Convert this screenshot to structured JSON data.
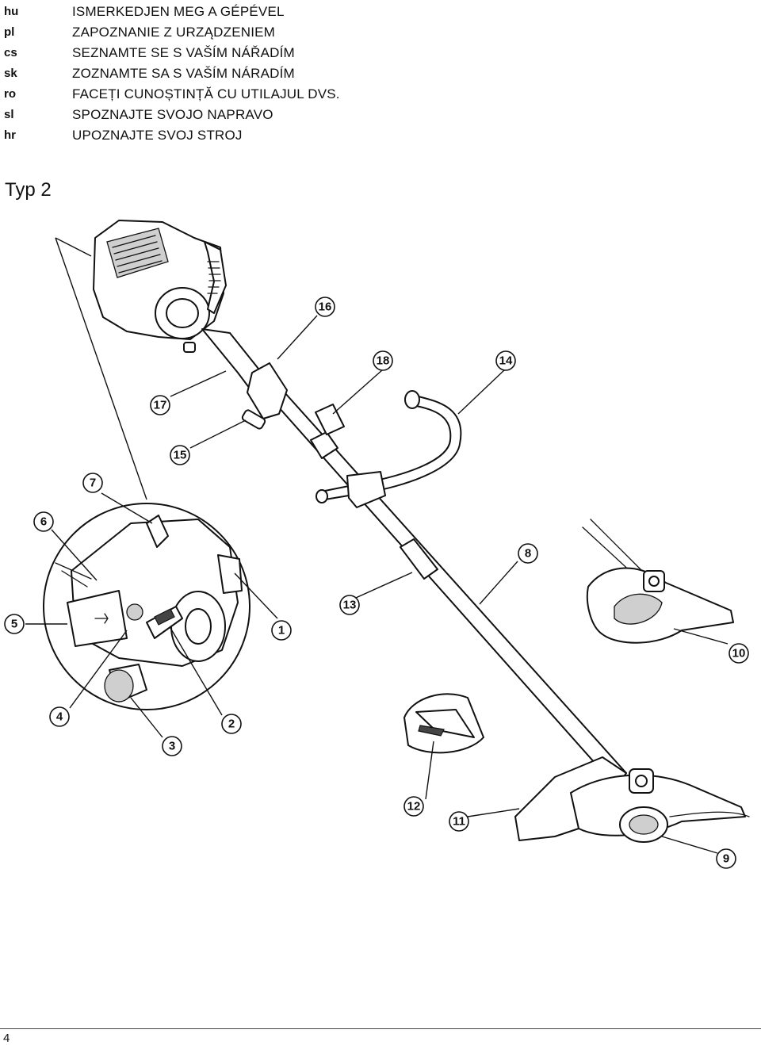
{
  "languages": [
    {
      "code": "hu",
      "title": "ISMERKEDJEN MEG A GÉPÉVEL"
    },
    {
      "code": "pl",
      "title": "ZAPOZNANIE Z URZĄDZENIEM"
    },
    {
      "code": "cs",
      "title": "SEZNAMTE SE S VAŠÍM NÁŘADÍM"
    },
    {
      "code": "sk",
      "title": "ZOZNAMTE SA S VAŠÍM NÁRADÍM"
    },
    {
      "code": "ro",
      "title": "FACEȚI CUNOȘTINȚĂ CU UTILAJUL DVS."
    },
    {
      "code": "sl",
      "title": "SPOZNAJTE SVOJO NAPRAVO"
    },
    {
      "code": "hr",
      "title": "UPOZNAJTE SVOJ STROJ"
    }
  ],
  "model_title": "Typ 2",
  "callouts": [
    "1",
    "2",
    "3",
    "4",
    "5",
    "6",
    "7",
    "8",
    "9",
    "10",
    "11",
    "12",
    "13",
    "14",
    "15",
    "16",
    "17",
    "18"
  ],
  "page_number": "4"
}
